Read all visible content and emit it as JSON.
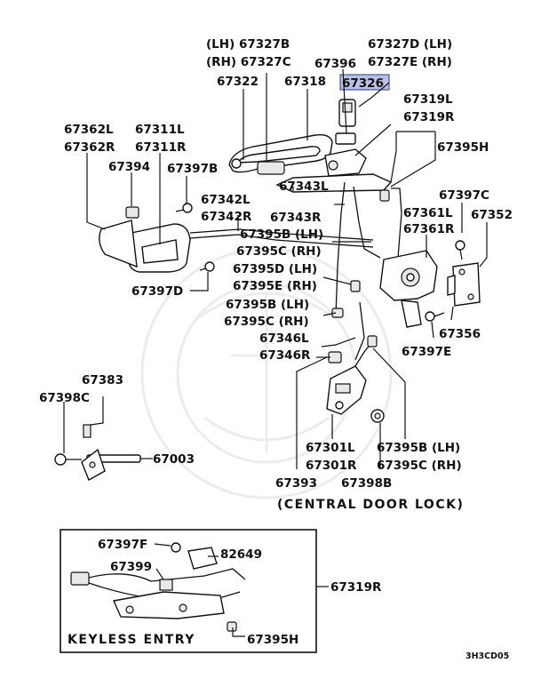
{
  "highlight_color": "#b9c1e6",
  "labels": {
    "p67327b": "(LH) 67327B",
    "p67327c": "(RH) 67327C",
    "p67327d": "67327D (LH)",
    "p67327e": "67327E (RH)",
    "p67396": "67396",
    "p67322": "67322",
    "p67318": "67318",
    "p67326": "67326",
    "p67319l": "67319L",
    "p67319r": "67319R",
    "p67362l": "67362L",
    "p67362r": "67362R",
    "p67311l": "67311L",
    "p67311r": "67311R",
    "p67395h_top": "67395H",
    "p67394": "67394",
    "p67397b": "67397B",
    "p67343l": "67343L",
    "p67343r": "67343R",
    "p67342l": "67342L",
    "p67342r": "67342R",
    "p67397c": "67397C",
    "p67361l": "67361L",
    "p67361r": "67361R",
    "p67352": "67352",
    "p67395b_lh_1": "67395B (LH)",
    "p67395c_rh_1": "67395C (RH)",
    "p67395d_lh": "67395D (LH)",
    "p67395e_rh": "67395E (RH)",
    "p67397d": "67397D",
    "p67395b_lh_2": "67395B (LH)",
    "p67395c_rh_2": "67395C (RH)",
    "p67346l": "67346L",
    "p67346r": "67346R",
    "p67356": "67356",
    "p67397e": "67397E",
    "p67383": "67383",
    "p67398c": "67398C",
    "p67003": "67003",
    "p67301l": "67301L",
    "p67301r": "67301R",
    "p67395b_lh_3": "67395B (LH)",
    "p67395c_rh_3": "67395C (RH)",
    "p67393": "67393",
    "p67398b": "67398B",
    "central_door_lock": "(CENTRAL DOOR LOCK)",
    "p67397f": "67397F",
    "p82649": "82649",
    "p67399": "67399",
    "p67319r_box": "67319R",
    "keyless_entry": "KEYLESS ENTRY",
    "p67395h_box": "67395H",
    "diagram_code": "3H3CD05"
  }
}
